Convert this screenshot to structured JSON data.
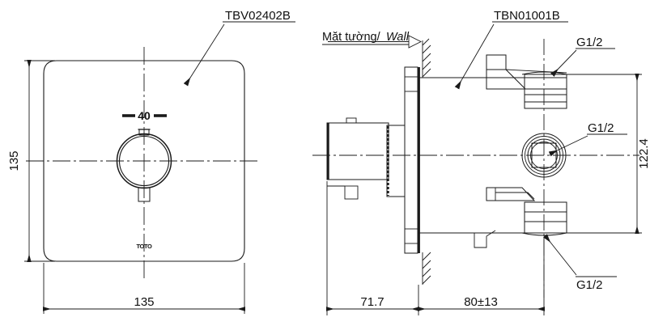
{
  "drawing": {
    "title": "TOTO shower valve technical drawing",
    "background_color": "#ffffff",
    "line_color": "#1a1a1a"
  },
  "views": {
    "front": {
      "name": "front-plate-view",
      "part_label": "TBV02402B",
      "brand_mark": "TOTO",
      "dimensions": {
        "height": "135",
        "width": "135",
        "knob_diameter": "40"
      }
    },
    "side": {
      "name": "side-section-view",
      "wall_label": "Mặt tường/",
      "wall_label_italic": "Wall",
      "part_label": "TBN01001B",
      "dimensions": {
        "depth_front": "71.7",
        "depth_rear": "80±13",
        "height": "122.4"
      },
      "ports": [
        {
          "id": "port-top",
          "label": "G1/2"
        },
        {
          "id": "port-middle",
          "label": "G1/2"
        },
        {
          "id": "port-bottom",
          "label": "G1/2"
        }
      ]
    }
  },
  "labels": {
    "tbv": "TBV02402B",
    "tbn": "TBN01001B",
    "wall_vn": "Mặt tường/",
    "wall_en": "Wall",
    "g12_top": "G1/2",
    "g12_mid": "G1/2",
    "g12_bot": "G1/2",
    "dim_135_v": "135",
    "dim_135_h": "135",
    "dim_40": "40",
    "dim_717": "71.7",
    "dim_80": "80±13",
    "dim_1224": "122.4",
    "toto": "TOTO"
  }
}
